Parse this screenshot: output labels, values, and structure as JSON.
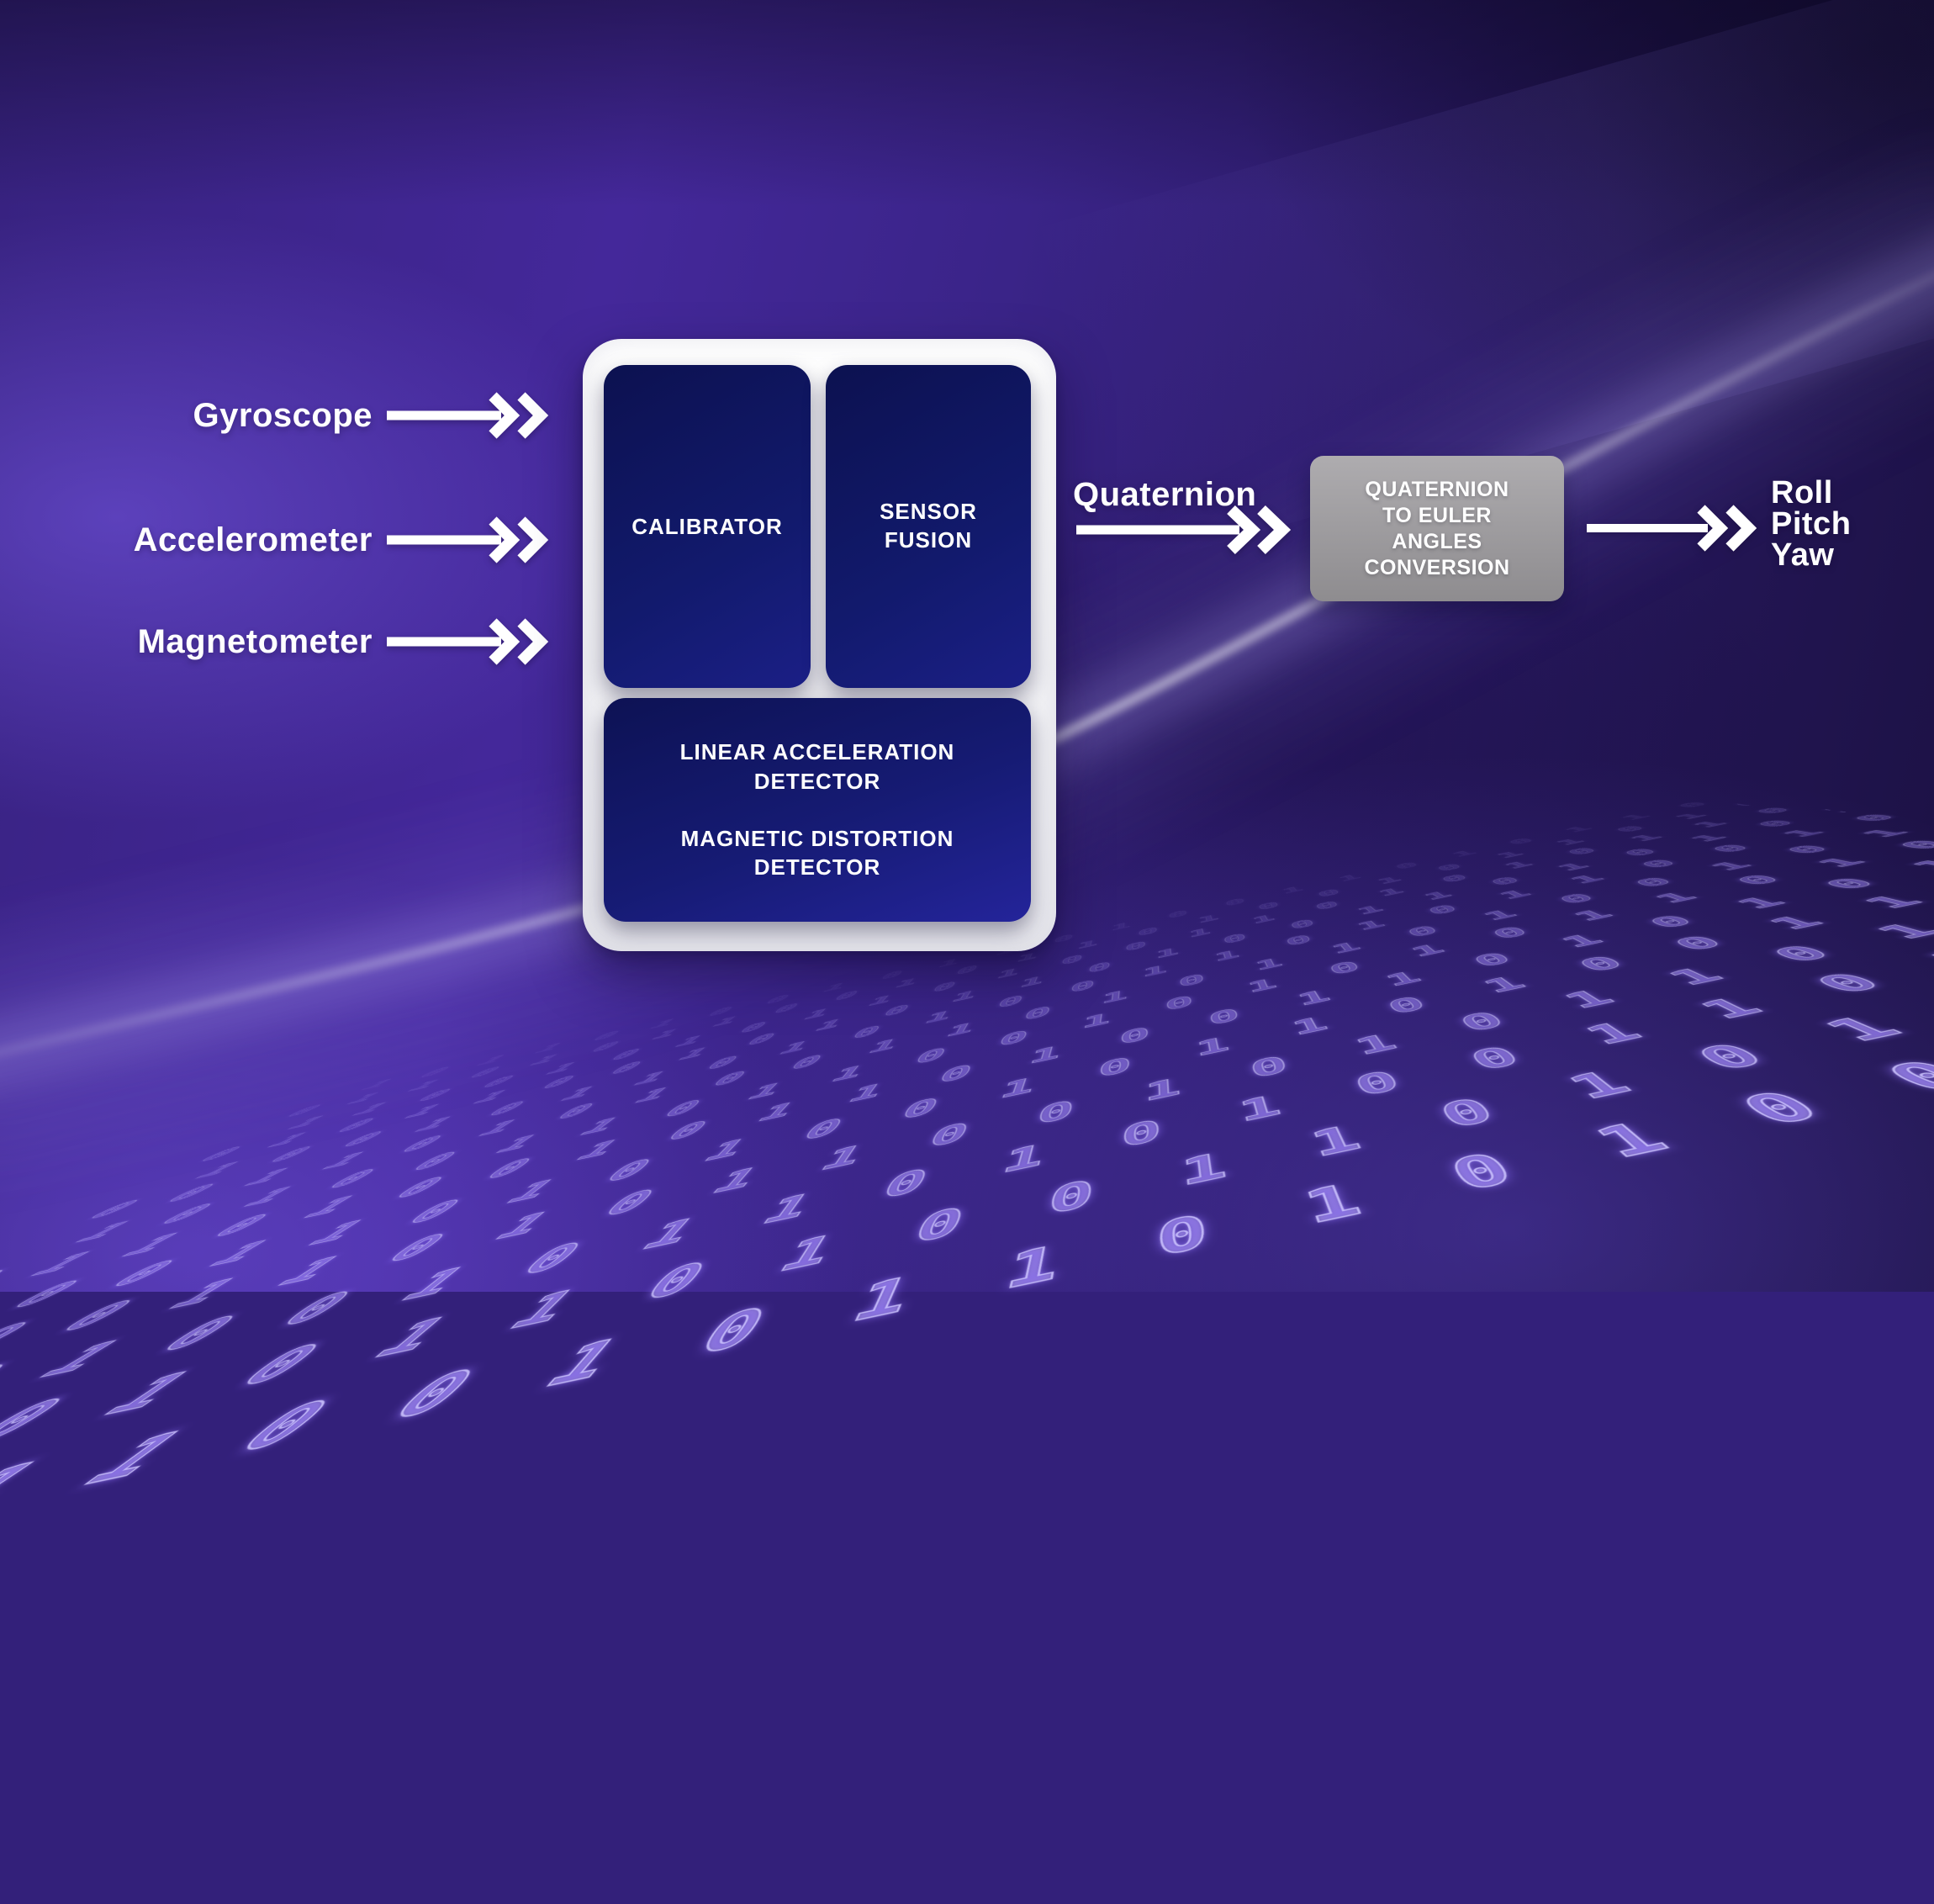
{
  "inputs": [
    {
      "label": "Gyroscope"
    },
    {
      "label": "Accelerometer"
    },
    {
      "label": "Magnetometer"
    }
  ],
  "fusion_module": {
    "calibrator": "CALIBRATOR",
    "sensor_fusion": "SENSOR\nFUSION",
    "detectors": "LINEAR ACCELERATION\nDETECTOR\n\nMAGNETIC DISTORTION\nDETECTOR"
  },
  "quaternion": {
    "label": "Quaternion"
  },
  "conversion": {
    "label": "QUATERNION\nTO EULER\nANGLES\nCONVERSION"
  },
  "output": {
    "label": "Roll\nPitch\nYaw"
  },
  "colors": {
    "box_navy_dark": "#0c1150",
    "box_navy_light": "#24249a",
    "module_shell": "#ffffff",
    "conversion_gray": "#9d9b9e",
    "arrow_white": "#ffffff",
    "background_purple": "#44289a",
    "background_dark": "#1b1142",
    "binary_glyph": "#cec5ff"
  },
  "background": {
    "binary_rows": [
      "1 0 1 1 0 1 0 0 1 0 1 1  0 1 0 0 1 1 0 1 0 1 1 0 0 1 0 1 1 0 1 0 0 1",
      "0 1 1 0 1 0 1 1 0 0 1 0 1  1 0 1 0 0 1 0 1 1 0 1 0 1 0 0 1 1 0 1 0 1",
      "1 1 0 0 1 0 1 0 1 1 0 1 0 0  1 1 0 1 0 1 0 1 1 0 1 0 0 1 0 1 1 0 0 1",
      "0 1 0 1 1 0 0 1 0 1 0 1 1 0 1  0 0 1 1 0 1 0 1 0 1 1 0 0 1 0 1 1 0 1",
      "1 0 0 1 0 1 1 0 1 0 1 0 0 1 1 0  1 0 1 1 0 0 1 0 1 0 1 1 0 1 0 0 1 1",
      "0 0 1 1 0 1 0 1 0 0 1 1 0 1 0 1 1  0 1 0 0 1 0 1 1 0 1 0 1 0 0 1 1 0",
      "1 0 1 0 0 1 1 0 1 1 0 0 1 0 1 0 1 0  1 1 0 1 0 0 1 1 0 1 0 1 1 0 0 1",
      "0 1 1 0 1 0 0 1 0 1 1 0 1 0 0 1 1 0 1  0 1 0 1 1 0 0 1 0 1 0 1 1 0 0",
      "1 0 0 1 1 0 1 0 1 0 0 1 0 1 1 0 1 0 0 1  1 0 1 0 1 1 0 1 0 0 1 0 1 1",
      "0 1 0 0 1 1 0 1 0 1 1 0 0 1 0 1 0 1 1 0 1  0 0 1 1 0 1 0 1 1 0 1 0 0",
      "1 1 0 1 0 0 1 0 1 1 0 1 0 1 0 0 1 1 0 1 0 1  1 0 0 1 0 1 1 0 0 1 0 1",
      "0 1 1 0 0 1 0 1 1 0 1 0 0 1 1 0 1 0 1 0 1 1 0  0 1 0 1 0 1 1 0 0 1 0",
      "1 0 1 0 1 1 0 0 1 0 1 1 0 1 0 1 0 0 1 1 0 1 0 1  0 1 1 0 1 0 0 1 1 0"
    ]
  }
}
